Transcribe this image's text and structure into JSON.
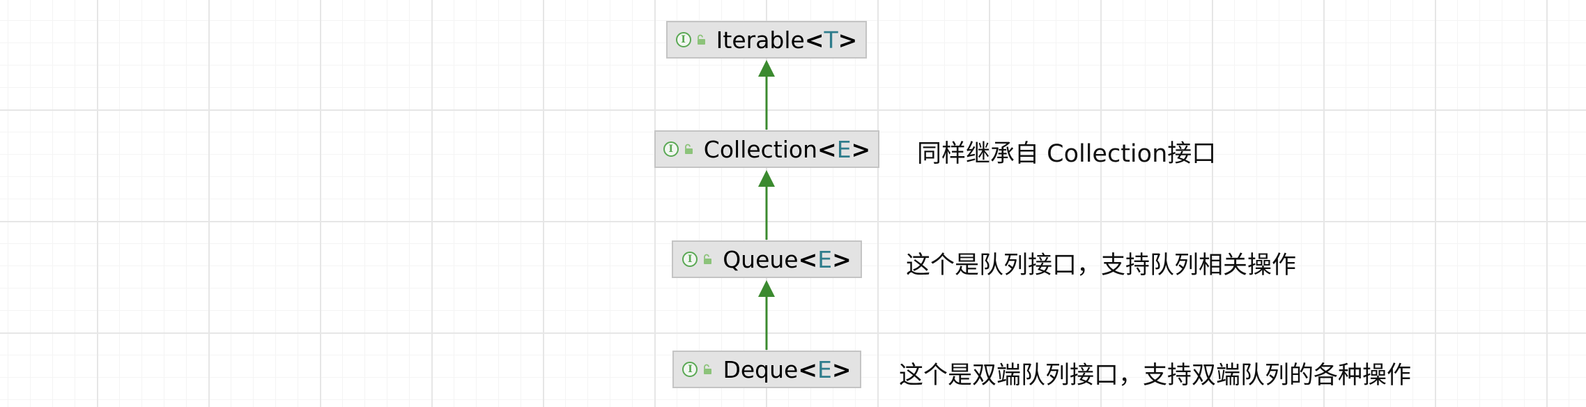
{
  "colors": {
    "edge": "#3b8a2f",
    "interface_icon": "#5aa854",
    "type_param": "#2f7d8c",
    "node_fill": "#e3e3e3"
  },
  "icons": {
    "interface": "interface-icon",
    "visibility": "unlocked-icon"
  },
  "interface_icon_letter": "I",
  "nodes": [
    {
      "name": "Iterable",
      "type_param": "T"
    },
    {
      "name": "Collection",
      "type_param": "E"
    },
    {
      "name": "Queue",
      "type_param": "E"
    },
    {
      "name": "Deque",
      "type_param": "E"
    }
  ],
  "edges": [
    {
      "from": "Collection",
      "to": "Iterable",
      "kind": "extends"
    },
    {
      "from": "Queue",
      "to": "Collection",
      "kind": "extends"
    },
    {
      "from": "Deque",
      "to": "Queue",
      "kind": "extends"
    }
  ],
  "annotations": {
    "collection": "同样继承自 Collection接口",
    "queue": "这个是队列接口，支持队列相关操作",
    "deque": "这个是双端队列接口，支持双端队列的各种操作"
  }
}
